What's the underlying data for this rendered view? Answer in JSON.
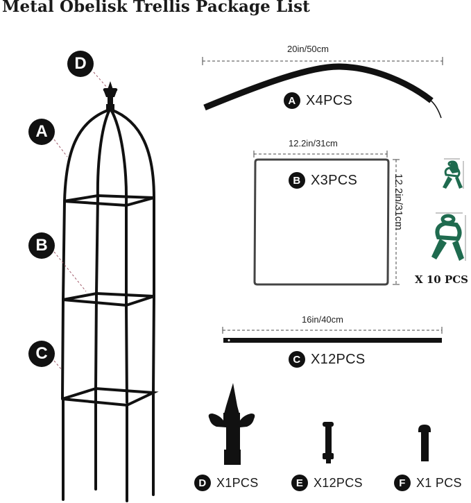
{
  "title": "Metal Obelisk Trellis Package List",
  "obelisk_callouts": [
    "D",
    "A",
    "B",
    "C"
  ],
  "parts": {
    "A": {
      "badge": "A",
      "quantity": "X4PCS",
      "dimension": "20in/50cm",
      "description": "curved arch rod"
    },
    "B": {
      "badge": "B",
      "quantity": "X3PCS",
      "dimension_width": "12.2in/31cm",
      "dimension_height": "12.2in/31cm",
      "description": "square ring"
    },
    "C": {
      "badge": "C",
      "quantity": "X12PCS",
      "dimension": "16in/40cm",
      "description": "straight pole"
    },
    "D": {
      "badge": "D",
      "quantity": "X1PCS",
      "description": "finial top"
    },
    "E": {
      "badge": "E",
      "quantity": "X12PCS",
      "description": "bolt with nut"
    },
    "F": {
      "badge": "F",
      "quantity": "X1 PCS",
      "description": "screw"
    }
  },
  "clips": {
    "quantity": "X 10 PCS",
    "color": "#1f6b4f"
  },
  "colors": {
    "metal": "#111111",
    "badge_bg": "#111111",
    "badge_fg": "#ffffff",
    "clip": "#1f6b4f"
  }
}
